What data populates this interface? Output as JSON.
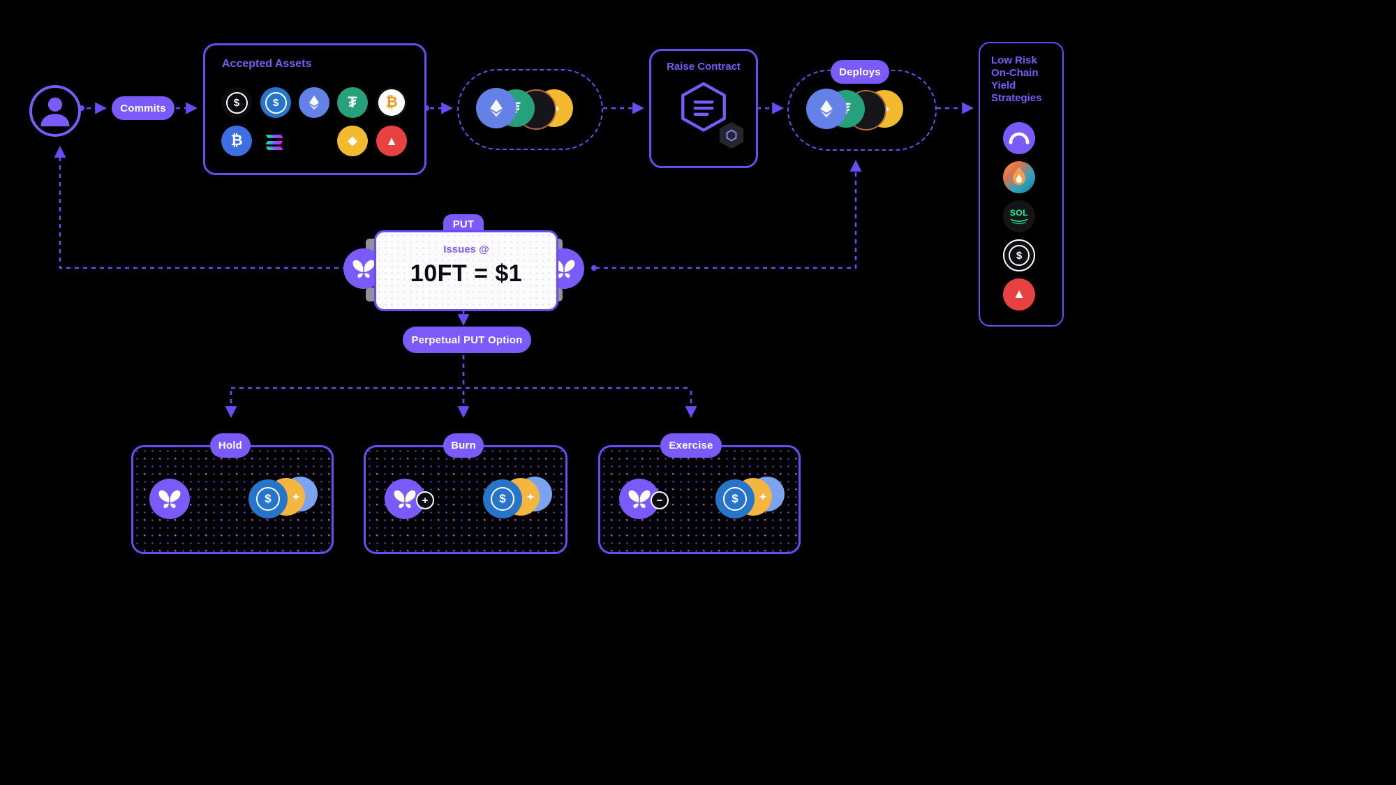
{
  "colors": {
    "background": "#000000",
    "accent": "#7a5af8",
    "border": "#6c4bf4",
    "title": "#7b5bf8",
    "usdc_blue": "#2775ca",
    "eth_blue": "#6481e7",
    "tether_green": "#26a17b",
    "bnb_yellow": "#f3ba2f",
    "avax_red": "#e84142"
  },
  "flow": {
    "commits": "Commits",
    "accepted_assets_title": "Accepted Assets",
    "raise_contract_title": "Raise Contract",
    "deploys": "Deploys",
    "strategies_title": "Low Risk On-Chain Yield Strategies",
    "put_tag": "PUT",
    "issues_label": "Issues @",
    "issues_value": "10FT = $1",
    "perpetual_label": "Perpetual PUT Option",
    "outcomes": [
      {
        "label": "Hold",
        "badge": ""
      },
      {
        "label": "Burn",
        "badge": "+"
      },
      {
        "label": "Exercise",
        "badge": "−"
      }
    ]
  },
  "glyphs": {
    "dollar": "$",
    "btc": "₿",
    "tether": "₮",
    "bnb_diamond": "◆",
    "avax_triangle": "▲",
    "sol": "SOL",
    "sparkle": "✦"
  },
  "icon_names": {
    "accepted_assets": [
      "usd-coin",
      "usdc",
      "ethereum",
      "tether",
      "bitcoin",
      "bitcoin-blue",
      "solana",
      "bnb",
      "avalanche"
    ],
    "bundle_coins": [
      "ethereum",
      "tether",
      "dark-token",
      "bnb"
    ],
    "strategies": [
      "arc-protocol",
      "flame-eth",
      "solana",
      "usd-coin",
      "avalanche"
    ],
    "outcome_coins": [
      "mozaic-butterfly",
      "usdc",
      "gold-coin",
      "blue-coin"
    ]
  }
}
